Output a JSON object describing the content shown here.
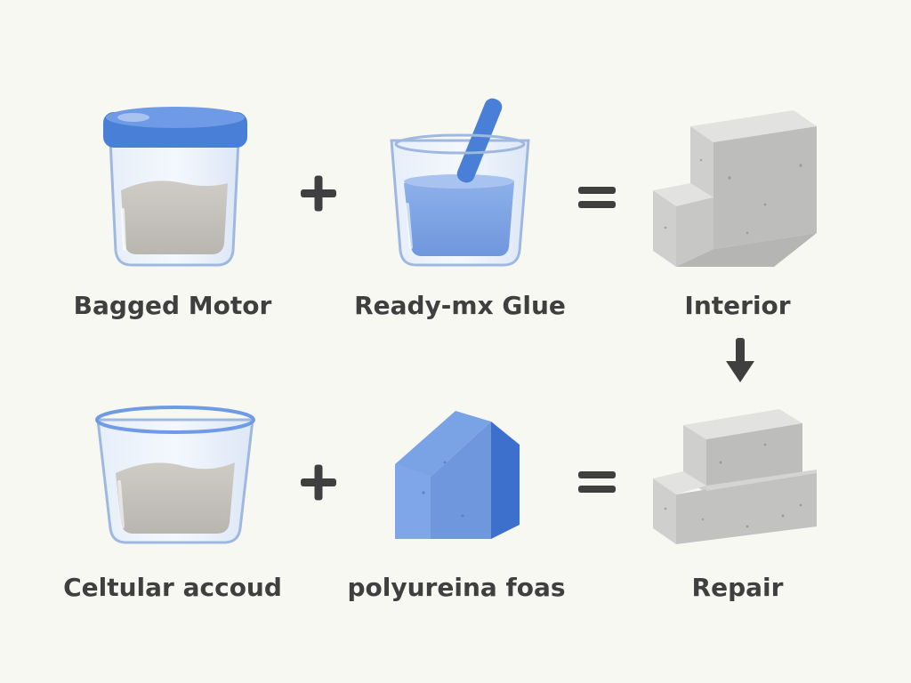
{
  "rows": [
    {
      "first_label": "Bagged Motor",
      "second_label": "Ready-mx Glue",
      "result_label": "Interior"
    },
    {
      "first_label": "Celtular accoud",
      "second_label": "polyureina foas",
      "result_label": "Repair"
    }
  ],
  "operators": {
    "plus": "+",
    "equals": "=",
    "down_arrow": "↓"
  },
  "colors": {
    "background": "#f8f8f3",
    "accent_blue": "#4a7fd8",
    "glass": "#c9daf2",
    "concrete": "#cfcfcf",
    "text": "#3f3f3f"
  },
  "icons": {
    "row1_first": "lidded-jar-with-gray-powder-icon",
    "row1_second": "cup-of-blue-glue-with-stick-icon",
    "row1_result": "concrete-step-block-icon",
    "row2_first": "open-jar-with-gray-powder-icon",
    "row2_second": "blue-foam-block-icon",
    "row2_result": "concrete-step-block-icon"
  }
}
